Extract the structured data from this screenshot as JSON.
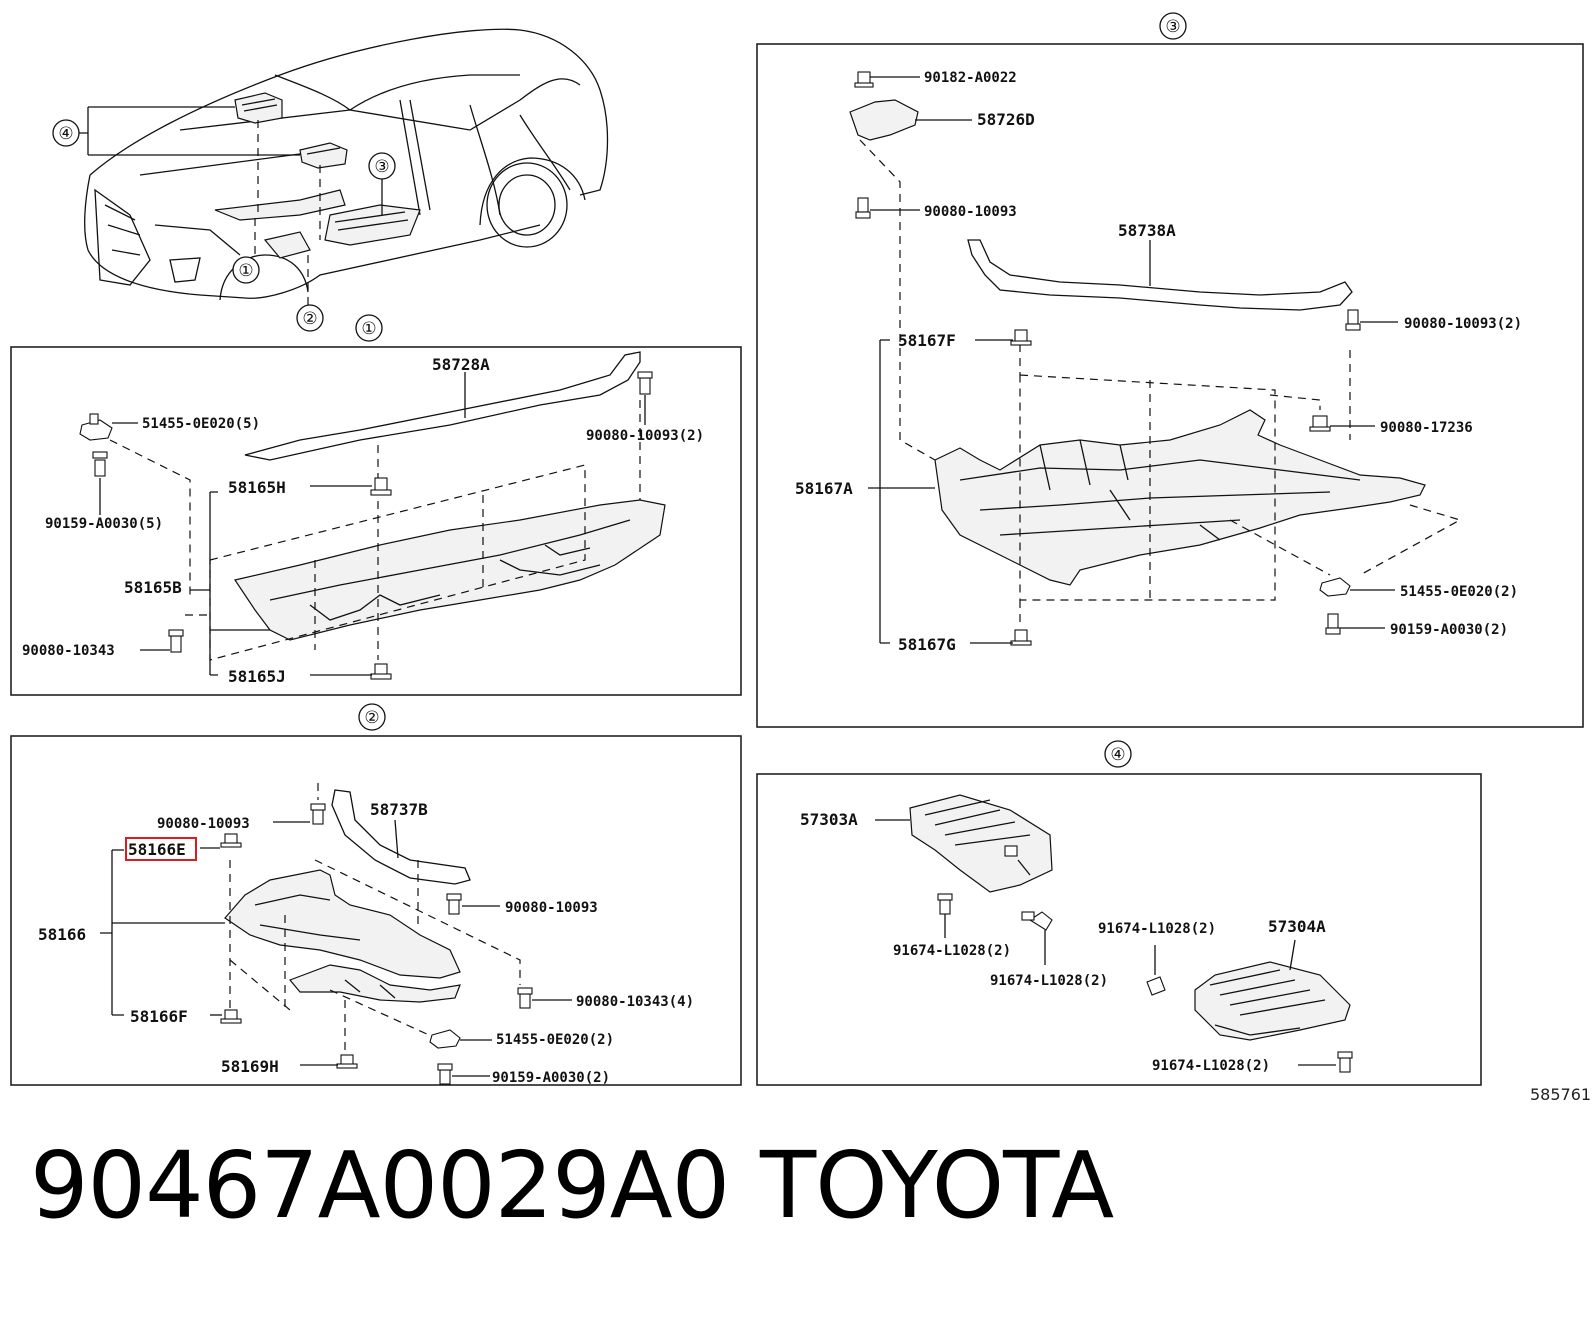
{
  "callouts": {
    "c1": "①",
    "c2": "②",
    "c3": "③",
    "c4": "④"
  },
  "panel1": {
    "labels": {
      "p58728A": "58728A",
      "f51455": "51455-0E020(5)",
      "f90080_10093": "90080-10093(2)",
      "f90159": "90159-A0030(5)",
      "p58165H": "58165H",
      "p58165B": "58165B",
      "f90080_10343": "90080-10343",
      "p58165J": "58165J"
    }
  },
  "panel2": {
    "labels": {
      "f90080_10093a": "90080-10093",
      "p58737B": "58737B",
      "p58166E": "58166E",
      "f90080_10093b": "90080-10093",
      "p58166": "58166",
      "f90080_10343": "90080-10343(4)",
      "p58166F": "58166F",
      "f51455": "51455-0E020(2)",
      "p58169H": "58169H",
      "f90159": "90159-A0030(2)"
    },
    "highlight_color": "#d81e1e"
  },
  "panel3": {
    "labels": {
      "f90182": "90182-A0022",
      "p58726D": "58726D",
      "f90080_10093a": "90080-10093",
      "p58738A": "58738A",
      "f90080_10093b": "90080-10093(2)",
      "p58167F": "58167F",
      "f90080_17236": "90080-17236",
      "p58167A": "58167A",
      "f51455": "51455-0E020(2)",
      "f90159": "90159-A0030(2)",
      "p58167G": "58167G"
    }
  },
  "panel4": {
    "labels": {
      "p57303A": "57303A",
      "f91674a": "91674-L1028(2)",
      "f91674b": "91674-L1028(2)",
      "f91674c": "91674-L1028(2)",
      "p57304A": "57304A",
      "f91674d": "91674-L1028(2)"
    }
  },
  "figure_id": "585761",
  "footer": {
    "part_number": "90467A0029A0",
    "brand": "TOYOTA"
  }
}
